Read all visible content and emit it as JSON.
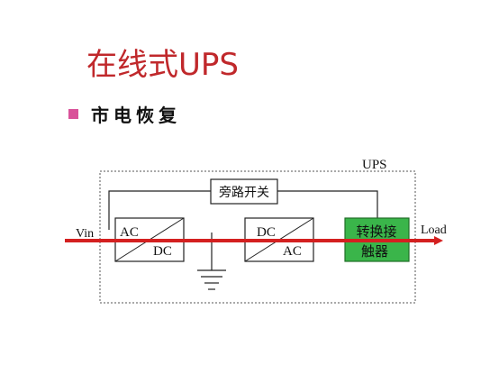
{
  "title": "在线式UPS",
  "bullet": {
    "text": "市电恢复",
    "color": "#d9529a"
  },
  "diagram": {
    "ups_label": "UPS",
    "bypass_switch_label": "旁路开关",
    "input_label": "Vin",
    "output_label": "Load",
    "rectifier": {
      "top": "AC",
      "bottom": "DC"
    },
    "inverter": {
      "top": "DC",
      "bottom": "AC"
    },
    "transfer_contactor": {
      "line1": "转换接",
      "line2": "触器",
      "fill": "#3ab54a"
    },
    "power_flow_color": "#d42020"
  }
}
